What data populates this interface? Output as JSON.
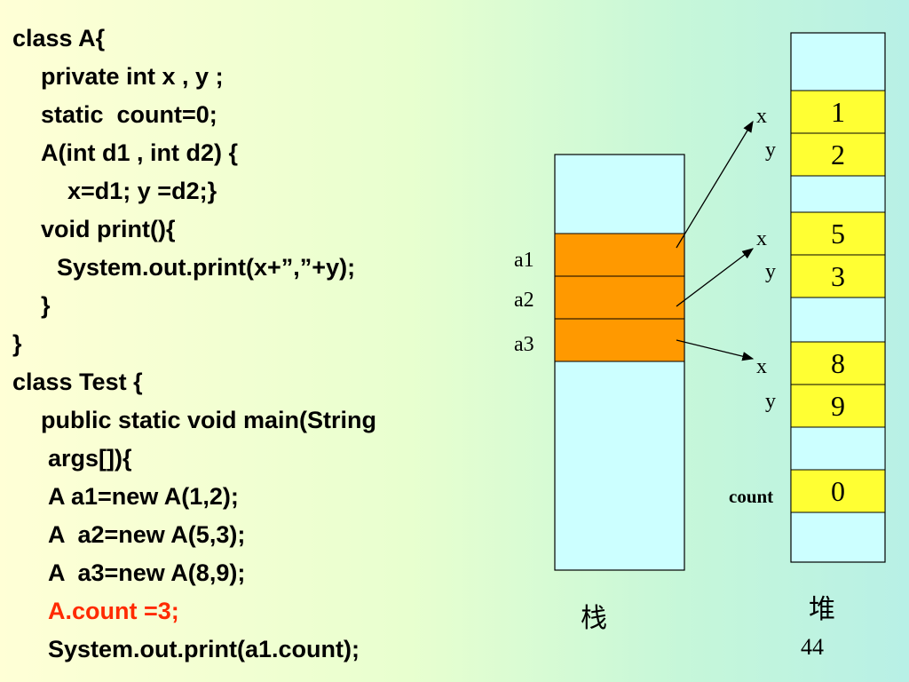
{
  "code_lines": [
    {
      "text": "class A{",
      "indent": 0,
      "highlight": false
    },
    {
      "text": "private int x , y ;",
      "indent": 1,
      "highlight": false
    },
    {
      "text": "static  count=0;",
      "indent": 1,
      "highlight": false
    },
    {
      "text": "A(int d1 , int d2) {",
      "indent": 1,
      "highlight": false
    },
    {
      "text": "x=d1; y =d2;}",
      "indent": 2,
      "highlight": false
    },
    {
      "text": "void print(){",
      "indent": 1,
      "highlight": false
    },
    {
      "text": "System.out.print(x+”,”+y);",
      "indent": 3,
      "highlight": false
    },
    {
      "text": "}",
      "indent": 1,
      "highlight": false
    },
    {
      "text": "}",
      "indent": 0,
      "highlight": false
    },
    {
      "text": "class Test {",
      "indent": 0,
      "highlight": false
    },
    {
      "text": "public static void main(String",
      "indent": 1,
      "highlight": false
    },
    {
      "text": "args[]){",
      "indent": 4,
      "highlight": false
    },
    {
      "text": "A a1=new A(1,2);",
      "indent": 4,
      "highlight": false
    },
    {
      "text": "A  a2=new A(5,3);",
      "indent": 4,
      "highlight": false
    },
    {
      "text": "A  a3=new A(8,9);",
      "indent": 4,
      "highlight": false
    },
    {
      "text": "A.count =3;",
      "indent": 4,
      "highlight": true
    },
    {
      "text": "System.out.print(a1.count);",
      "indent": 4,
      "highlight": false
    }
  ],
  "stack": {
    "caption": "栈",
    "refs": [
      "a1",
      "a2",
      "a3"
    ]
  },
  "heap": {
    "caption": "堆",
    "objects": [
      {
        "fields": [
          {
            "name": "x",
            "value": "1"
          },
          {
            "name": "y",
            "value": "2"
          }
        ]
      },
      {
        "fields": [
          {
            "name": "x",
            "value": "5"
          },
          {
            "name": "y",
            "value": "3"
          }
        ]
      },
      {
        "fields": [
          {
            "name": "x",
            "value": "8"
          },
          {
            "name": "y",
            "value": "9"
          }
        ]
      }
    ],
    "static_field": {
      "name": "count",
      "value": "0"
    }
  },
  "page_number": "44",
  "colors": {
    "highlight_text": "#ff2a00",
    "stack_ref_fill": "#ff9900",
    "heap_value_fill": "#ffff33",
    "memory_fill": "#ccffff"
  }
}
